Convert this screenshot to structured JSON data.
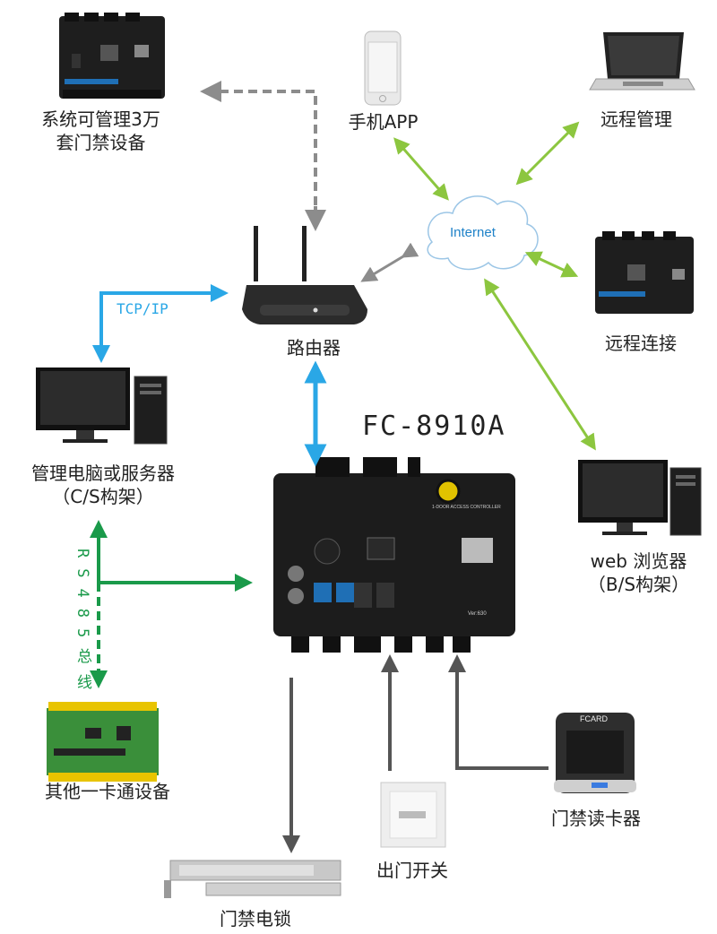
{
  "title": "FC-8910A",
  "nodes": {
    "top_controller": "系统可管理3万\n套门禁设备",
    "phone": "手机APP",
    "laptop": "远程管理",
    "internet": "Internet",
    "remote_connect": "远程连接",
    "router": "路由器",
    "pc": "管理电脑或服务器\n（C/S构架）",
    "browser": "web 浏览器\n（B/S构架）",
    "other_devices": "其他一卡通设备",
    "lock": "门禁电锁",
    "exit_button": "出门开关",
    "reader": "门禁读卡器"
  },
  "link_labels": {
    "tcp": "TCP/IP",
    "rs485": "RS485总线"
  },
  "device_text": {
    "reader_brand": "FCARD",
    "board_text": "1-DOOR ACCESS CONTROLLER",
    "board_ver": "Ver:630"
  },
  "colors": {
    "gray_arrow": "#8c8c8c",
    "green_arrow": "#8cc63f",
    "blue_arrow": "#2aa7e6",
    "dark_green_arrow": "#1a9a4a",
    "dark_arrow": "#555555"
  }
}
